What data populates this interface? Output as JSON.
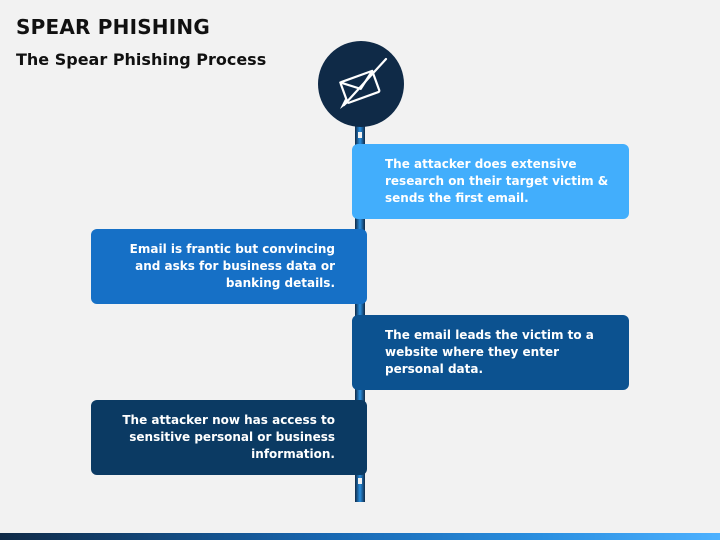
{
  "header": {
    "title": "SPEAR PHISHING",
    "subtitle": "The Spear Phishing Process"
  },
  "icon": {
    "name": "email-spear-icon",
    "circle_color": "#0f2a47"
  },
  "steps": [
    {
      "side": "right",
      "color": "#42aefc",
      "text": "The attacker does extensive research on their target victim & sends the first email."
    },
    {
      "side": "left",
      "color": "#1670c6",
      "text": "Email is frantic but convincing and asks for business data or banking details."
    },
    {
      "side": "right",
      "color": "#0c5290",
      "text": "The email leads the victim to a website where they enter personal data."
    },
    {
      "side": "left",
      "color": "#0b3a63",
      "text": "The attacker now has access to sensitive personal or business information."
    }
  ],
  "colors": {
    "background": "#f2f2f2",
    "spine_dark": "#0f2a47",
    "spine_light": "#2a8fe0"
  }
}
